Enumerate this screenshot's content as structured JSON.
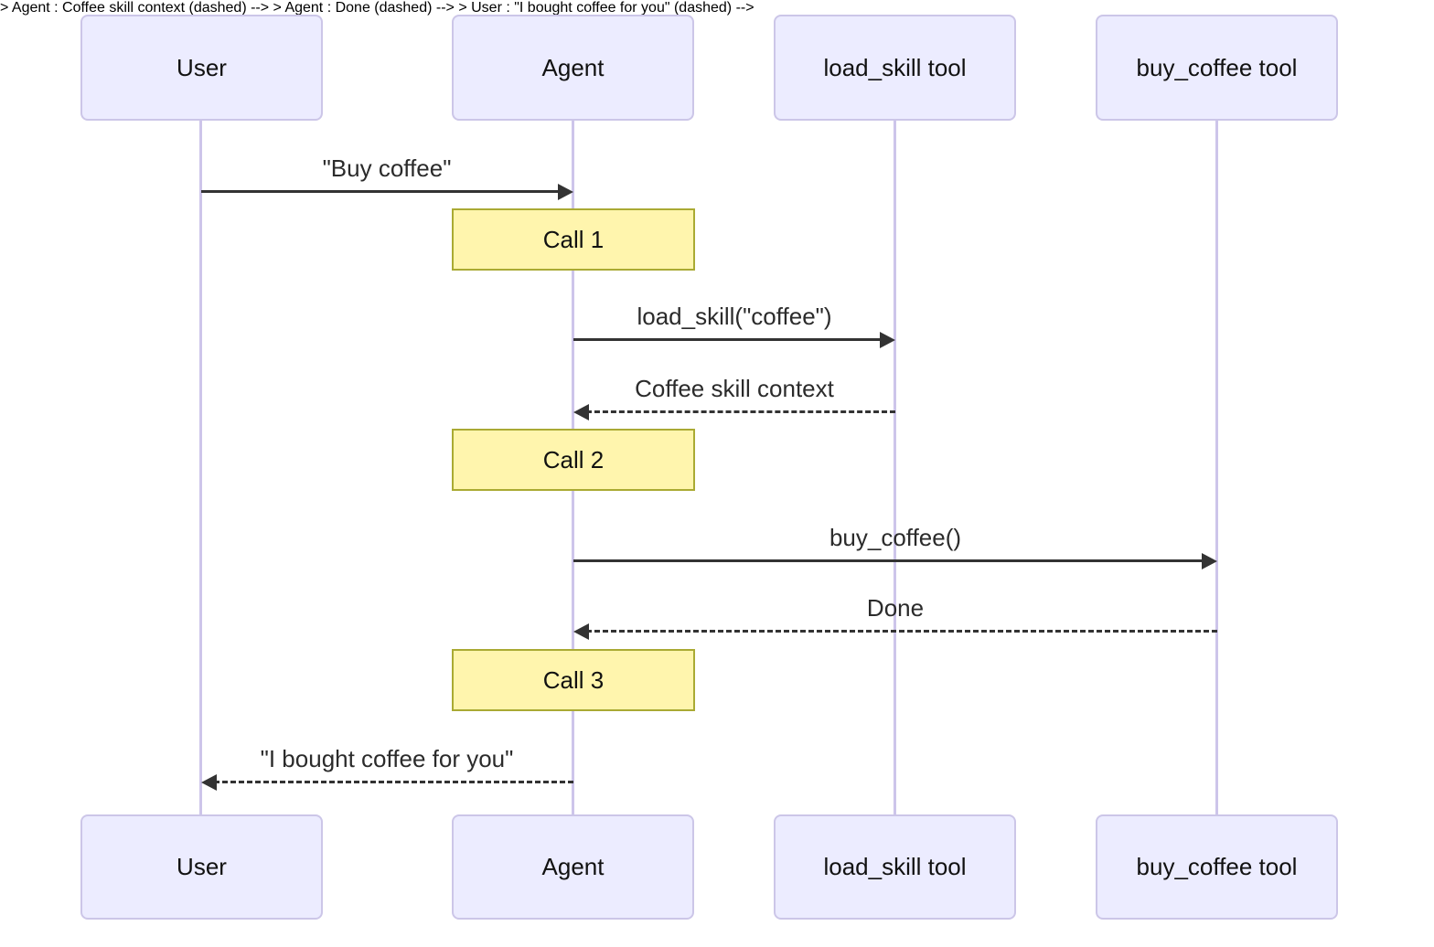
{
  "diagram": {
    "type": "sequence",
    "actors": [
      {
        "id": "user",
        "label": "User"
      },
      {
        "id": "agent",
        "label": "Agent"
      },
      {
        "id": "load_skill",
        "label": "load_skill tool"
      },
      {
        "id": "buy_coffee",
        "label": "buy_coffee tool"
      }
    ],
    "messages": [
      {
        "from": "user",
        "to": "agent",
        "style": "solid",
        "label": "\"Buy coffee\""
      },
      {
        "from": "agent",
        "to": "load_skill",
        "style": "solid",
        "label": "load_skill(\"coffee\")"
      },
      {
        "from": "load_skill",
        "to": "agent",
        "style": "dashed",
        "label": "Coffee skill context"
      },
      {
        "from": "agent",
        "to": "buy_coffee",
        "style": "solid",
        "label": "buy_coffee()"
      },
      {
        "from": "buy_coffee",
        "to": "agent",
        "style": "dashed",
        "label": "Done"
      },
      {
        "from": "agent",
        "to": "user",
        "style": "dashed",
        "label": "\"I bought coffee for you\""
      }
    ],
    "notes": [
      {
        "over": "agent",
        "label": "Call 1"
      },
      {
        "over": "agent",
        "label": "Call 2"
      },
      {
        "over": "agent",
        "label": "Call 3"
      }
    ],
    "colors": {
      "actor_fill": "#ECECFF",
      "actor_border": "#CCC6E8",
      "lifeline": "#CDC5EA",
      "note_fill": "#FFF5AD",
      "note_border": "#AAAA33",
      "arrow": "#333333",
      "background": "#FFFFFF"
    }
  }
}
